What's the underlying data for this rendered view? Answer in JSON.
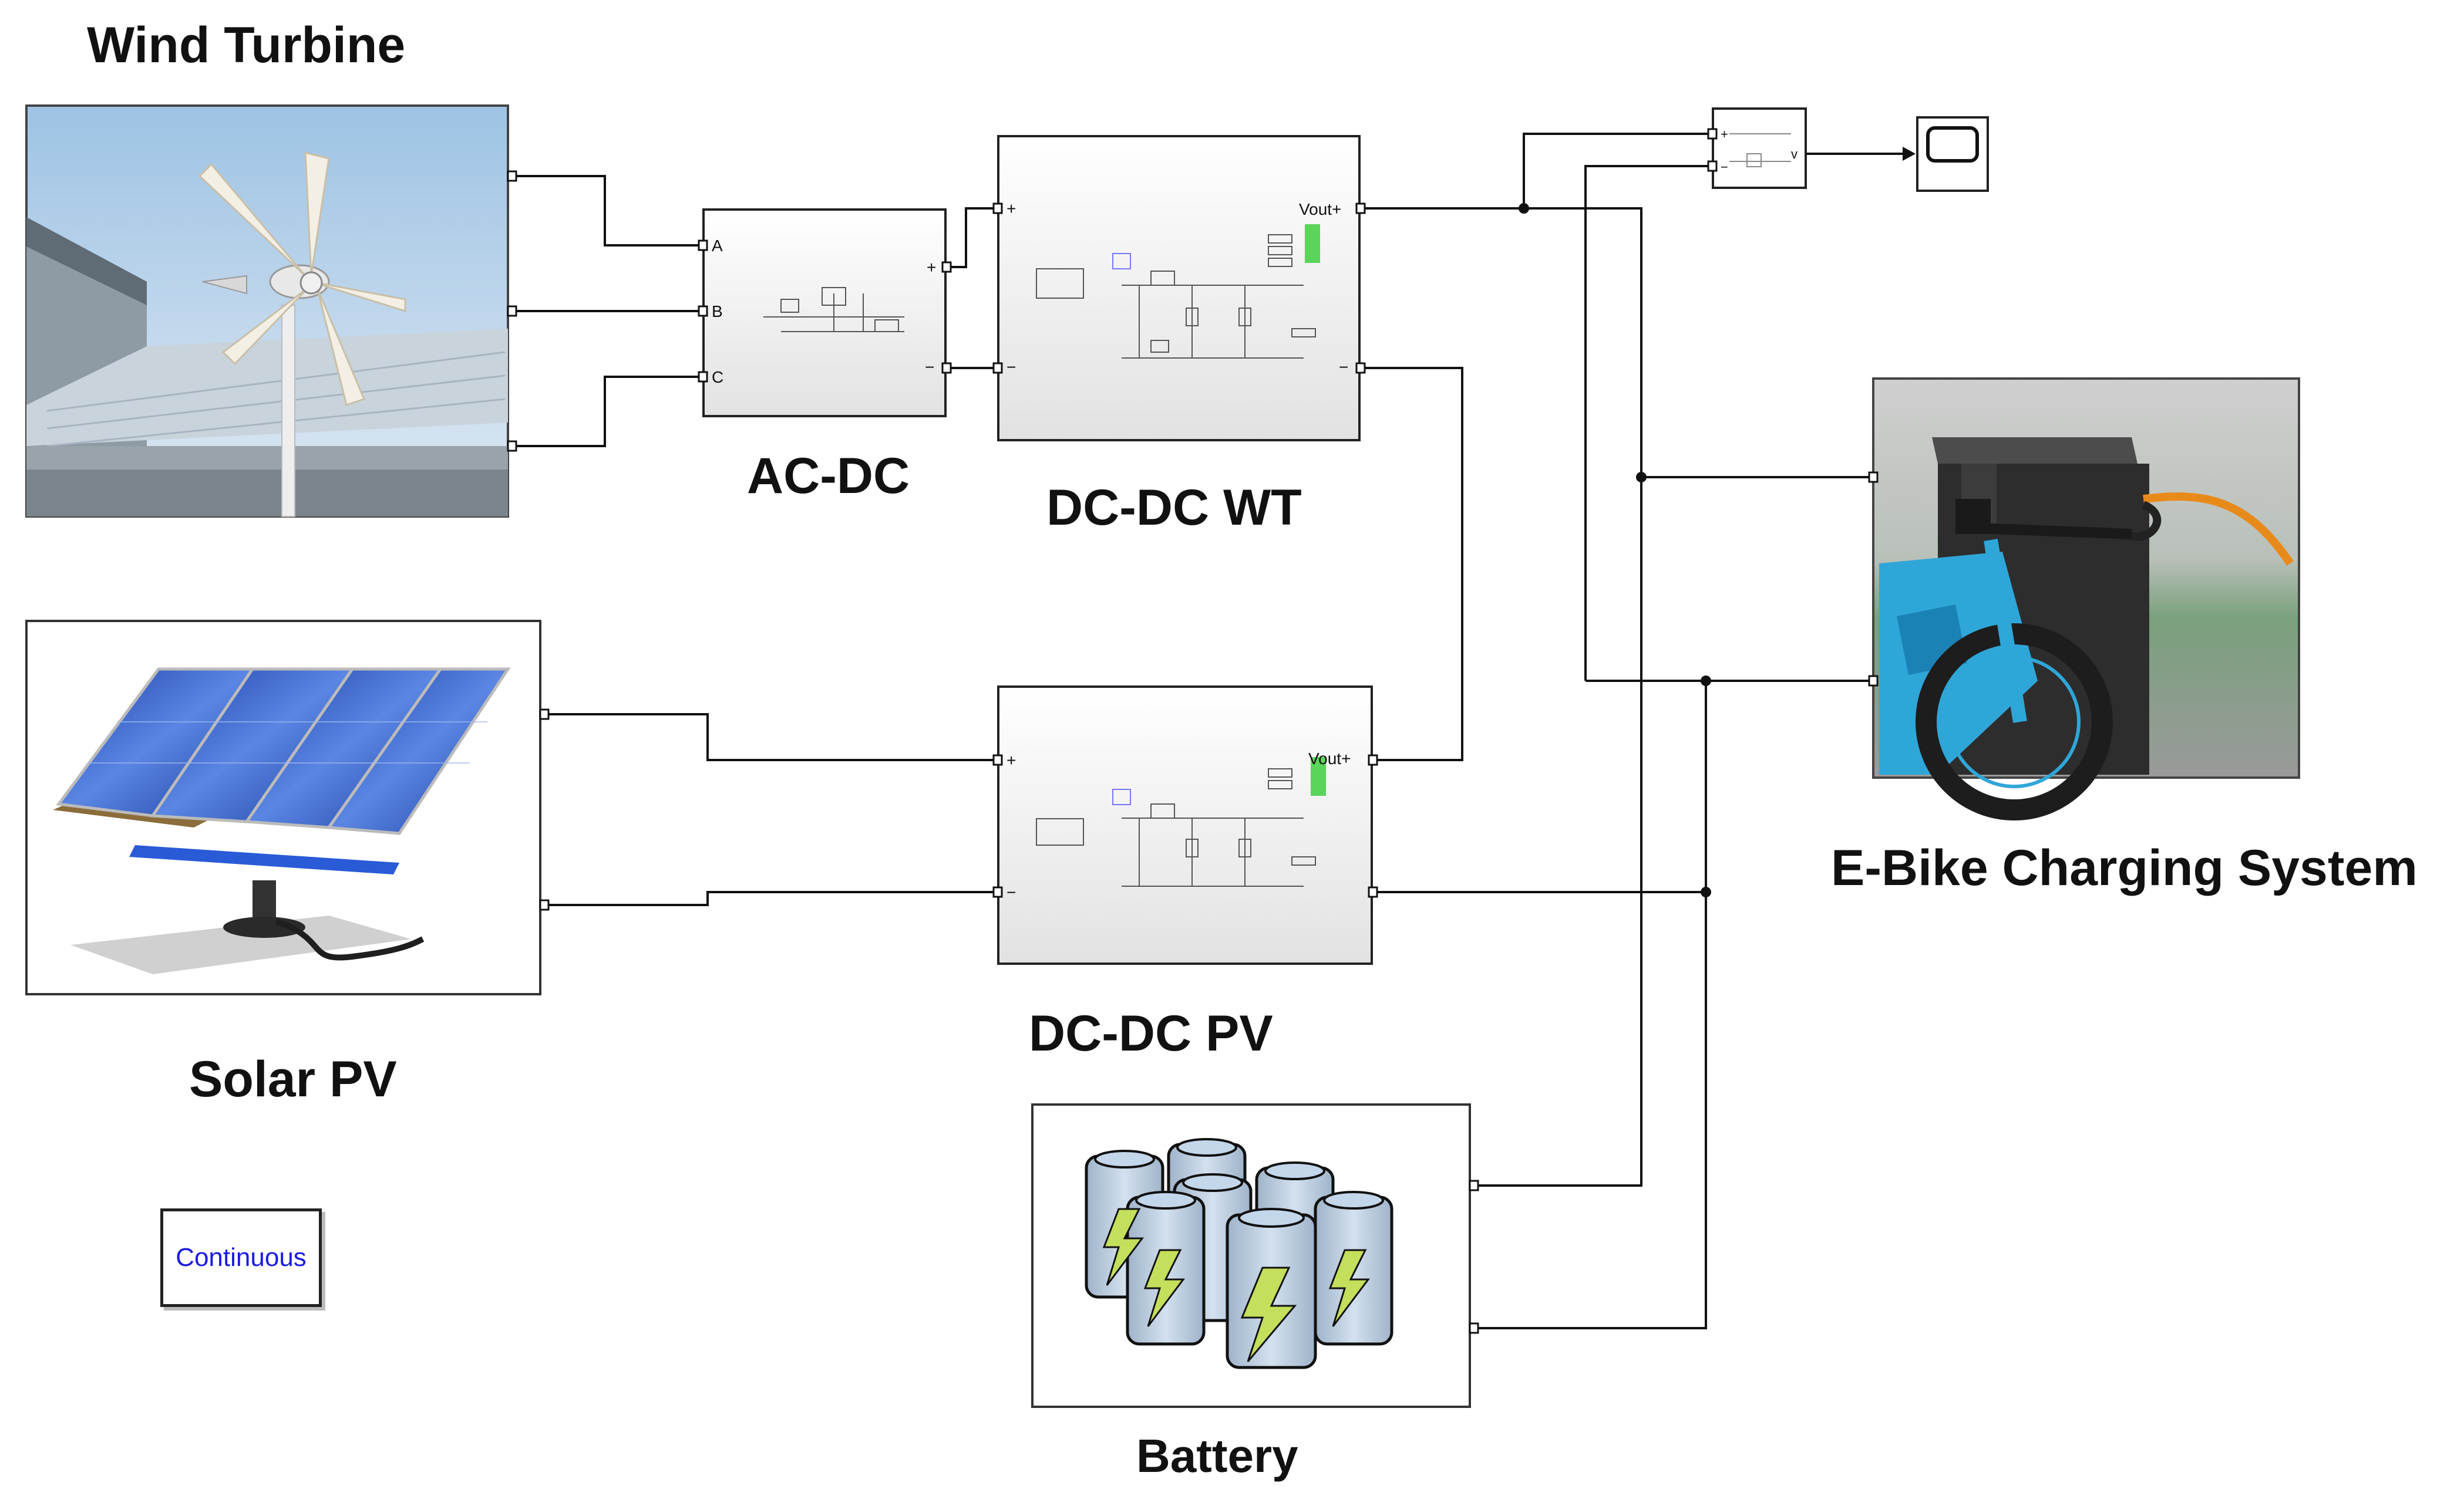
{
  "labels": {
    "wind_turbine": "Wind Turbine",
    "ac_dc": "AC-DC",
    "dc_dc_wt": "DC-DC WT",
    "solar_pv": "Solar PV",
    "dc_dc_pv": "DC-DC PV",
    "battery": "Battery",
    "ebike": "E-Bike Charging System",
    "continuous": "Continuous"
  },
  "ports": {
    "a": "A",
    "b": "B",
    "c": "C",
    "plus": "+",
    "minus": "−",
    "vout_plus": "Vout+",
    "scope_v": "v"
  },
  "colors": {
    "wire": "#111111",
    "block_border": "#222222",
    "block_fill_top": "#ffffff",
    "block_fill_bottom": "#e4e4e4",
    "indicator": "#5ad45a",
    "continuous_text": "#1a1ae6"
  },
  "icons": {
    "wind": "wind-turbine-image",
    "solar": "solar-panel-image",
    "battery": "battery-pack-image",
    "ebike": "ebike-charger-image",
    "scope": "scope-icon",
    "voltage": "voltage-measurement-icon"
  }
}
